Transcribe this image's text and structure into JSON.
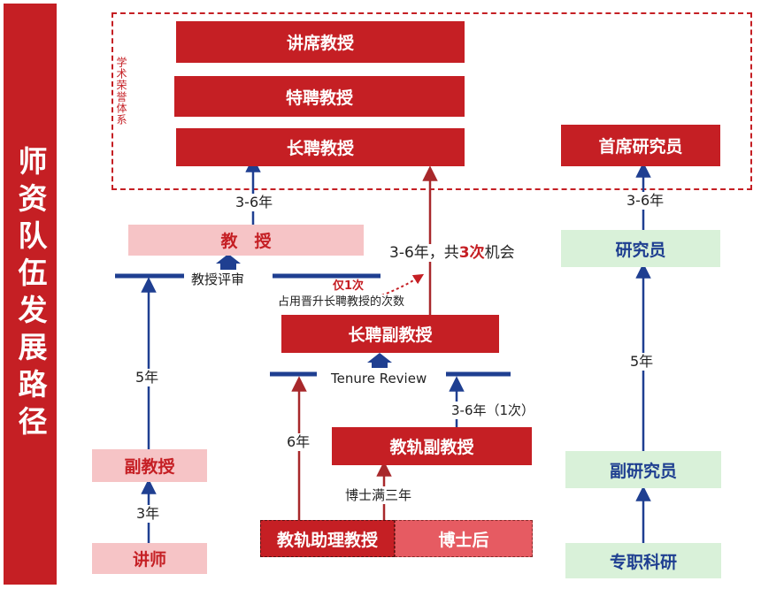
{
  "side_title": "师资队伍发展路径",
  "honor_system_label": "学术荣誉体系",
  "boxes": {
    "lecture_chair_professor": "讲席教授",
    "distinguished_professor": "特聘教授",
    "tenured_professor": "长聘教授",
    "chief_researcher": "首席研究员",
    "professor": "教　授",
    "researcher": "研究员",
    "tenured_associate_professor": "长聘副教授",
    "tenure_track_associate_professor": "教轨副教授",
    "associate_professor": "副教授",
    "associate_researcher": "副研究员",
    "lecturer": "讲师",
    "tenure_track_assistant_professor": "教轨助理教授",
    "postdoc": "博士后",
    "full_time_research": "专职科研"
  },
  "labels": {
    "years_3_6_left": "3-6年",
    "years_3_6_right": "3-6年",
    "three_chances_prefix": "3-6年，共",
    "three_chances_number": "3次",
    "three_chances_suffix": "机会",
    "professor_review": "教授评审",
    "only_once": "仅1次",
    "uses_promotion_count": "占用晋升长聘教授的次数",
    "tenure_review": "Tenure Review",
    "years_5_left": "5年",
    "years_5_right": "5年",
    "years_3_6_once": "3-6年（1次）",
    "years_6": "6年",
    "phd_three_years": "博士满三年",
    "years_3": "3年"
  },
  "colors": {
    "red": "#c51f24",
    "pink_fill": "#f6c4c6",
    "green_fill": "#d9f1d9",
    "blue": "#1f3f91",
    "arrow_red": "#a8282b"
  }
}
